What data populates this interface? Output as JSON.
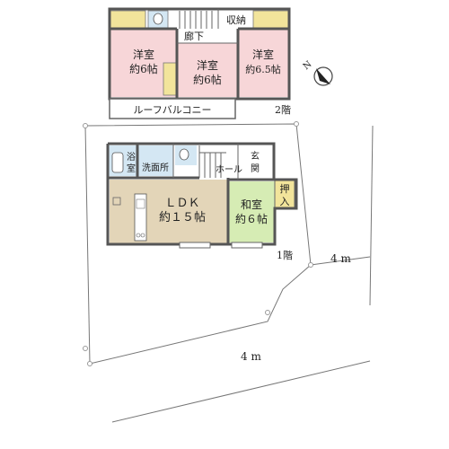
{
  "floor2": {
    "label": "2階",
    "rooms": [
      {
        "name": "洋室",
        "size": "約6帖"
      },
      {
        "name": "洋室",
        "size": "約6帖"
      },
      {
        "name": "洋室",
        "size": "約6.5帖"
      }
    ],
    "hall": "廊下",
    "storage": "収納",
    "balcony": "ルーフバルコニー"
  },
  "floor1": {
    "label": "1階",
    "ldk": {
      "name": "ＬＤＫ",
      "size": "約１５帖"
    },
    "washitsu": {
      "name": "和室",
      "size": "約６帖"
    },
    "oshiire": [
      "押",
      "入"
    ],
    "bath": [
      "浴",
      "室"
    ],
    "washroom": "洗面所",
    "hall": "ホール",
    "entrance": [
      "玄",
      "関"
    ]
  },
  "road": {
    "north_width": "4 m",
    "south_width": "4 m"
  },
  "compass": {
    "label": "N"
  },
  "colors": {
    "pink": "#f7d6d8",
    "green": "#d6ecb4",
    "tan": "#e3d5b8",
    "blue": "#d4e7f3",
    "closet": "#f2e49b"
  }
}
